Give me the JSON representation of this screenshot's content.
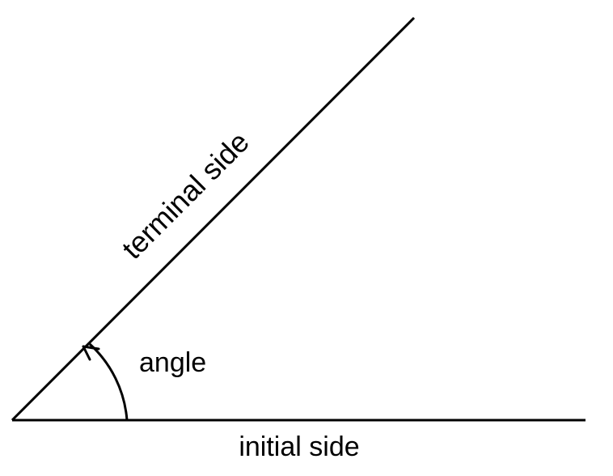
{
  "labels": {
    "terminal": "terminal side",
    "angle": "angle",
    "initial": "initial side"
  },
  "colors": {
    "stroke": "#000000",
    "background": "#ffffff"
  },
  "angle_degrees": 45
}
